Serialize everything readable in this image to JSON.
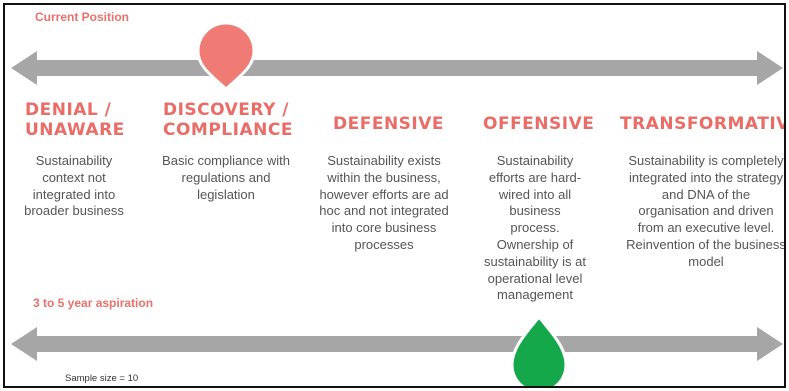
{
  "labels": {
    "current_position": "Current Position",
    "aspiration": "3 to 5 year aspiration",
    "sample_size": "Sample size = 10"
  },
  "stages": [
    {
      "line1": "DENIAL /",
      "line2": "UNAWARE",
      "description": "Sustainability context not integrated into broader business"
    },
    {
      "line1": "DISCOVERY /",
      "line2": "COMPLIANCE",
      "description": "Basic compliance with regulations and legislation"
    },
    {
      "line1": "DEFENSIVE",
      "line2": "",
      "description": "Sustainability exists within the business, however efforts are ad hoc and not integrated into core business processes"
    },
    {
      "line1": "OFFENSIVE",
      "line2": "",
      "description": "Sustainability efforts are hard-wired into all business process. Ownership of sustainability is at operational level management"
    },
    {
      "line1": "TRANSFORMATIVE",
      "line2": "",
      "description": "Sustainability is completely integrated into the strategy and DNA of the organisation and driven from an executive level. Reinvention of the business model"
    }
  ],
  "markers": {
    "current": {
      "stage": "DISCOVERY / COMPLIANCE",
      "color": "#ef7b74"
    },
    "aspiration": {
      "stage": "OFFENSIVE",
      "color": "#14a84a"
    }
  },
  "colors": {
    "accent": "#ea6c66",
    "arrow": "#a6a6a6",
    "body_text": "#555555"
  }
}
